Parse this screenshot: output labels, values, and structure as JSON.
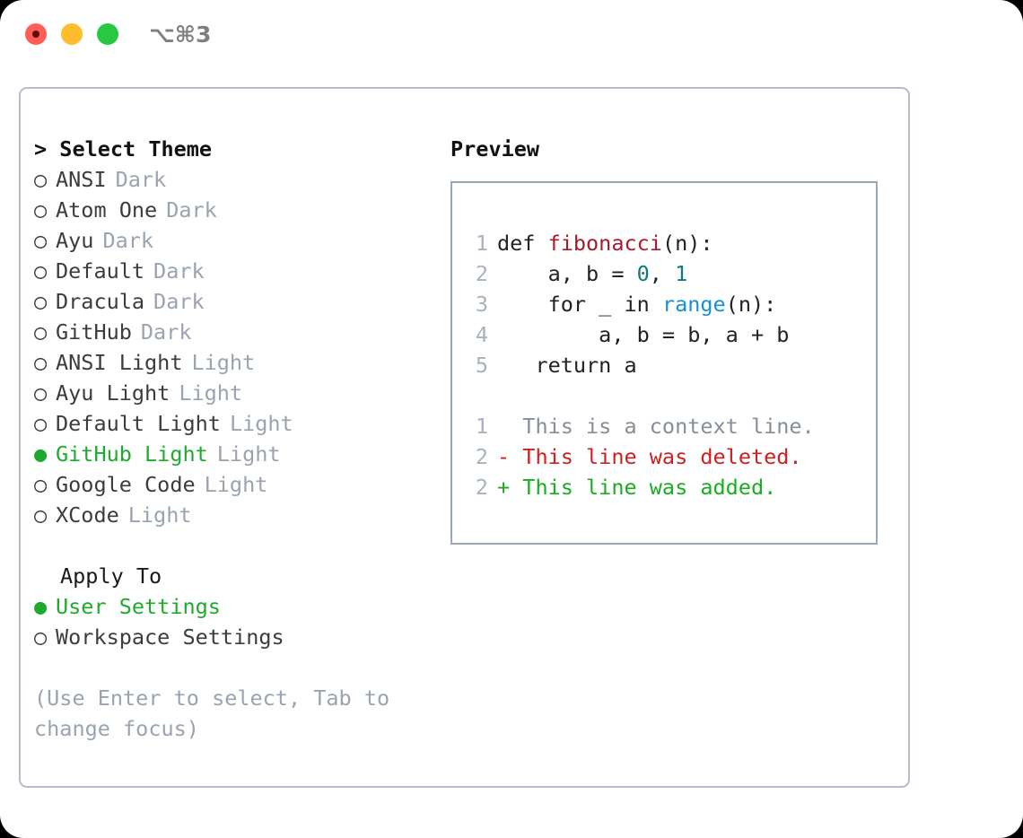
{
  "window": {
    "shortcut_label": "⌥⌘3",
    "traffic_lights": [
      "close",
      "minimize",
      "zoom"
    ]
  },
  "left_panel": {
    "header": "> Select Theme",
    "themes": [
      {
        "marker": "○",
        "name": "ANSI",
        "variant": "Dark",
        "selected": false
      },
      {
        "marker": "○",
        "name": "Atom One",
        "variant": "Dark",
        "selected": false
      },
      {
        "marker": "○",
        "name": "Ayu",
        "variant": "Dark",
        "selected": false
      },
      {
        "marker": "○",
        "name": "Default",
        "variant": "Dark",
        "selected": false
      },
      {
        "marker": "○",
        "name": "Dracula",
        "variant": "Dark",
        "selected": false
      },
      {
        "marker": "○",
        "name": "GitHub",
        "variant": "Dark",
        "selected": false
      },
      {
        "marker": "○",
        "name": "ANSI Light",
        "variant": "Light",
        "selected": false
      },
      {
        "marker": "○",
        "name": "Ayu Light",
        "variant": "Light",
        "selected": false
      },
      {
        "marker": "○",
        "name": "Default Light",
        "variant": "Light",
        "selected": false
      },
      {
        "marker": "●",
        "name": "GitHub Light",
        "variant": "Light",
        "selected": true
      },
      {
        "marker": "○",
        "name": "Google Code",
        "variant": "Light",
        "selected": false
      },
      {
        "marker": "○",
        "name": "XCode",
        "variant": "Light",
        "selected": false
      }
    ],
    "apply_to": {
      "title": "Apply To",
      "options": [
        {
          "marker": "●",
          "label": "User Settings",
          "selected": true
        },
        {
          "marker": "○",
          "label": "Workspace Settings",
          "selected": false
        }
      ]
    },
    "hint": "(Use Enter to select, Tab to change focus)"
  },
  "right_panel": {
    "title": "Preview",
    "code_lines": [
      {
        "num": "1",
        "segments": [
          {
            "text": "def ",
            "kind": "plain"
          },
          {
            "text": "fibonacci",
            "kind": "fn"
          },
          {
            "text": "(n):",
            "kind": "plain"
          }
        ]
      },
      {
        "num": "2",
        "segments": [
          {
            "text": "    a, b = ",
            "kind": "plain"
          },
          {
            "text": "0",
            "kind": "num"
          },
          {
            "text": ", ",
            "kind": "plain"
          },
          {
            "text": "1",
            "kind": "num"
          }
        ]
      },
      {
        "num": "3",
        "segments": [
          {
            "text": "    for _ in ",
            "kind": "plain"
          },
          {
            "text": "range",
            "kind": "call"
          },
          {
            "text": "(n):",
            "kind": "plain"
          }
        ]
      },
      {
        "num": "4",
        "segments": [
          {
            "text": "        a, b = b, a + b",
            "kind": "plain"
          }
        ]
      },
      {
        "num": "5",
        "segments": [
          {
            "text": "   return a",
            "kind": "plain"
          }
        ]
      }
    ],
    "diff_lines": [
      {
        "num": "1",
        "prefix": "  ",
        "text": "This is a context line.",
        "kind": "ctx"
      },
      {
        "num": "2",
        "prefix": "- ",
        "text": "This line was deleted.",
        "kind": "del"
      },
      {
        "num": "2",
        "prefix": "+ ",
        "text": "This line was added.",
        "kind": "add"
      }
    ]
  },
  "colors": {
    "accent_green": "#1dab2e",
    "muted": "#9aa3b0",
    "border": "#b4bdc9",
    "code_border": "#9aa7b8",
    "diff_add": "#19ad22",
    "diff_del": "#cf1f1f",
    "token_fn": "#a81b2d",
    "token_num": "#0f7a7a",
    "token_call": "#1a8fd0"
  }
}
